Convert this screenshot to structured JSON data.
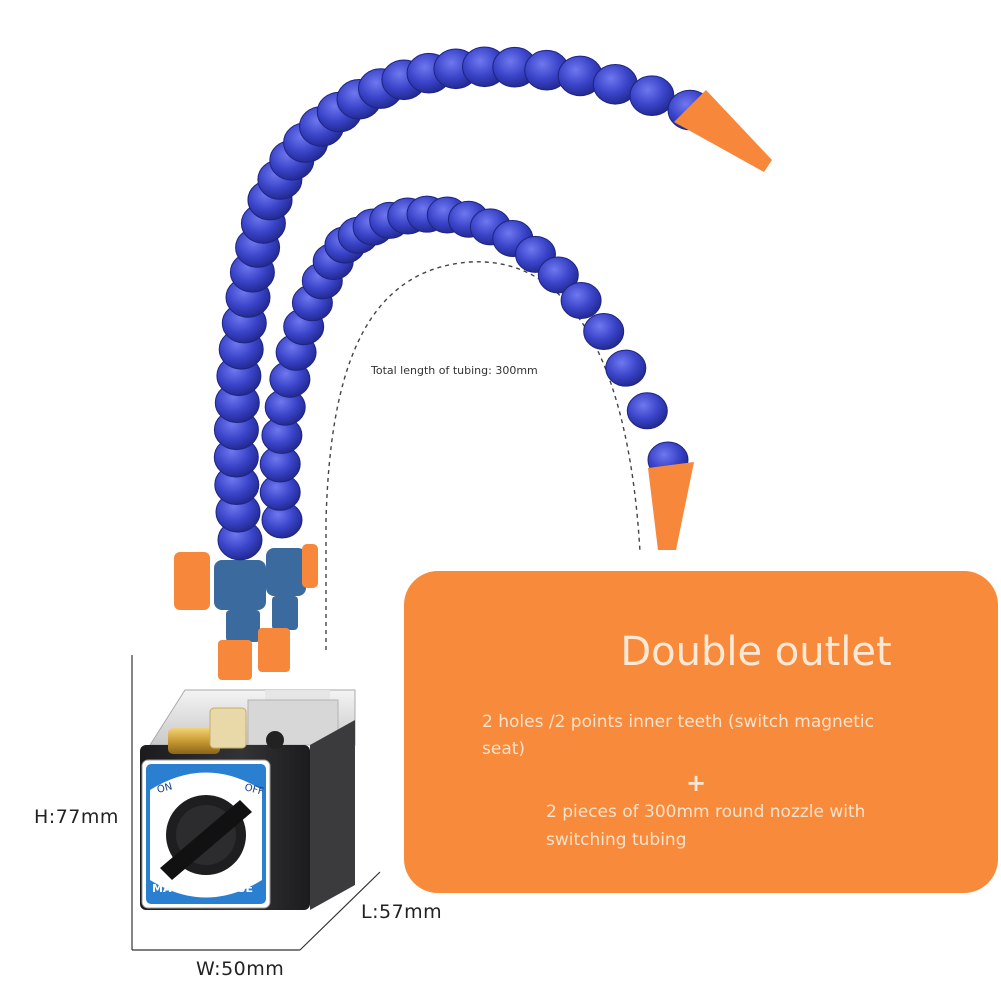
{
  "annotations": {
    "tubing_length": "Total length of tubing: 300mm",
    "height": "H:77mm",
    "length": "L:57mm",
    "width": "W:50mm"
  },
  "base_labels": {
    "on": "ON",
    "off": "OFF",
    "magnetic_base": "MAGNETIC BASE"
  },
  "feature_panel": {
    "title": "Double outlet",
    "line1": "2 holes /2 points inner teeth (switch magnetic seat)",
    "plus": "+",
    "line2": "2 pieces of 300mm round nozzle with switching tubing"
  },
  "colors": {
    "tube_blue": "#3a44c9",
    "nozzle_orange": "#f7873a",
    "panel_orange": "#f78a3b",
    "base_black": "#2a2a2c",
    "base_label_blue": "#2a7fd0"
  }
}
